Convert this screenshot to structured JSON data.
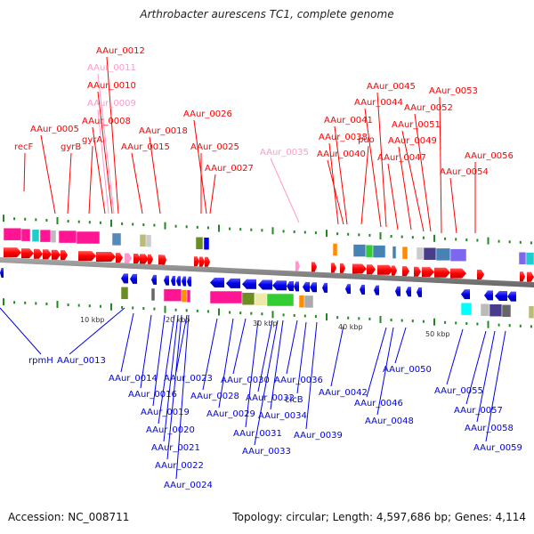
{
  "title": "Arthrobacter aurescens TC1, complete genome",
  "footer": {
    "accession": "Accession: NC_008711",
    "summary": "Topology: circular; Length: 4,597,686 bp; Genes: 4,114"
  },
  "colors": {
    "forward": "#ff0000",
    "forward_faded": "#ff99cc",
    "reverse": "#0000ee",
    "backbone": "#888888",
    "tick": "#228822"
  },
  "scale_labels": [
    "10 kbp",
    "20 kbp",
    "30 kbp",
    "40 kbp",
    "50 kbp"
  ],
  "forward_labels": [
    {
      "text": "recF",
      "faded": false
    },
    {
      "text": "AAur_0005",
      "faded": false
    },
    {
      "text": "gyrB",
      "faded": false
    },
    {
      "text": "gyrA",
      "faded": false
    },
    {
      "text": "AAur_0008",
      "faded": false
    },
    {
      "text": "AAur_0009",
      "faded": true
    },
    {
      "text": "AAur_0010",
      "faded": false
    },
    {
      "text": "AAur_0011",
      "faded": true
    },
    {
      "text": "AAur_0012",
      "faded": false
    },
    {
      "text": "AAur_0015",
      "faded": false
    },
    {
      "text": "AAur_0018",
      "faded": false
    },
    {
      "text": "AAur_0025",
      "faded": false
    },
    {
      "text": "AAur_0026",
      "faded": false
    },
    {
      "text": "AAur_0027",
      "faded": false
    },
    {
      "text": "AAur_0035",
      "faded": true
    },
    {
      "text": "AAur_0038",
      "faded": false
    },
    {
      "text": "AAur_0040",
      "faded": false
    },
    {
      "text": "AAur_0041",
      "faded": false
    },
    {
      "text": "puo",
      "faded": false
    },
    {
      "text": "AAur_0044",
      "faded": false
    },
    {
      "text": "AAur_0045",
      "faded": false
    },
    {
      "text": "AAur_0047",
      "faded": false
    },
    {
      "text": "AAur_0049",
      "faded": false
    },
    {
      "text": "AAur_0051",
      "faded": false
    },
    {
      "text": "AAur_0052",
      "faded": false
    },
    {
      "text": "AAur_0053",
      "faded": false
    },
    {
      "text": "AAur_0054",
      "faded": false
    },
    {
      "text": "AAur_0056",
      "faded": false
    }
  ],
  "reverse_labels": [
    {
      "text": "rpmH"
    },
    {
      "text": "AAur_0013"
    },
    {
      "text": "AAur_0014"
    },
    {
      "text": "AAur_0016"
    },
    {
      "text": "AAur_0019"
    },
    {
      "text": "AAur_0020"
    },
    {
      "text": "AAur_0021"
    },
    {
      "text": "AAur_0022"
    },
    {
      "text": "AAur_0023"
    },
    {
      "text": "AAur_0024"
    },
    {
      "text": "AAur_0028"
    },
    {
      "text": "AAur_0029"
    },
    {
      "text": "AAur_0030"
    },
    {
      "text": "AAur_0031"
    },
    {
      "text": "AAur_0032"
    },
    {
      "text": "AAur_0033"
    },
    {
      "text": "AAur_0034"
    },
    {
      "text": "AAur_0036"
    },
    {
      "text": "clcB"
    },
    {
      "text": "AAur_0039"
    },
    {
      "text": "AAur_0042"
    },
    {
      "text": "AAur_0046"
    },
    {
      "text": "AAur_0048"
    },
    {
      "text": "AAur_0050"
    },
    {
      "text": "AAur_0055"
    },
    {
      "text": "AAur_0057"
    },
    {
      "text": "AAur_0058"
    },
    {
      "text": "AAur_0059"
    }
  ]
}
